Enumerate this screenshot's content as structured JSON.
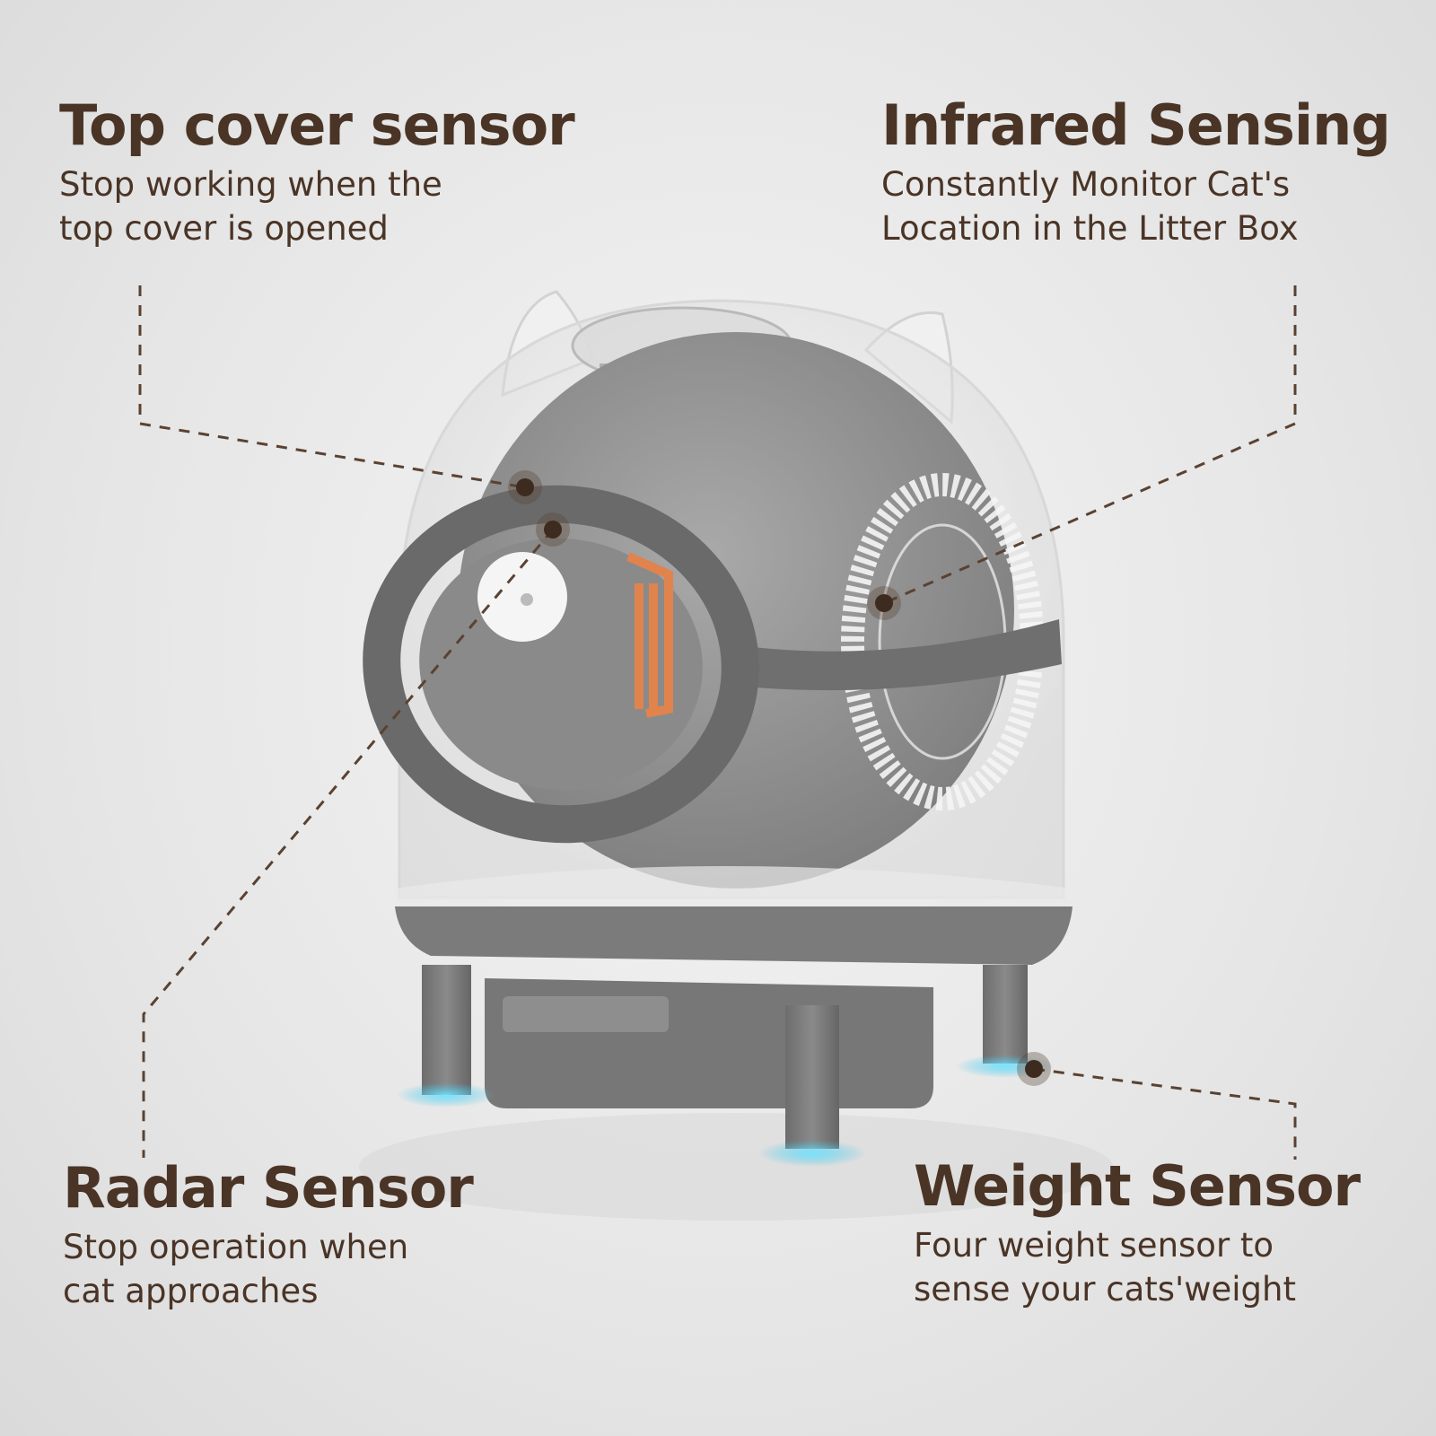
{
  "features": [
    {
      "id": "top_cover",
      "title": "Top cover sensor",
      "description": "Stop working when the\ntop cover is opened"
    },
    {
      "id": "infrared",
      "title": "Infrared Sensing",
      "description": "Constantly Monitor Cat's\nLocation in the Litter Box"
    },
    {
      "id": "radar",
      "title": "Radar Sensor",
      "description": "Stop operation when\ncat approaches"
    },
    {
      "id": "weight",
      "title": "Weight Sensor",
      "description": "Four weight sensor to\nsense your cats'weight"
    }
  ],
  "colors": {
    "text": "#4a3426",
    "leader_line": "#5a4232",
    "device_body": "#7a7a7a",
    "sensor_glow": "#3fc3e8"
  },
  "icons": [
    "device-illustration",
    "sensor-marker"
  ]
}
